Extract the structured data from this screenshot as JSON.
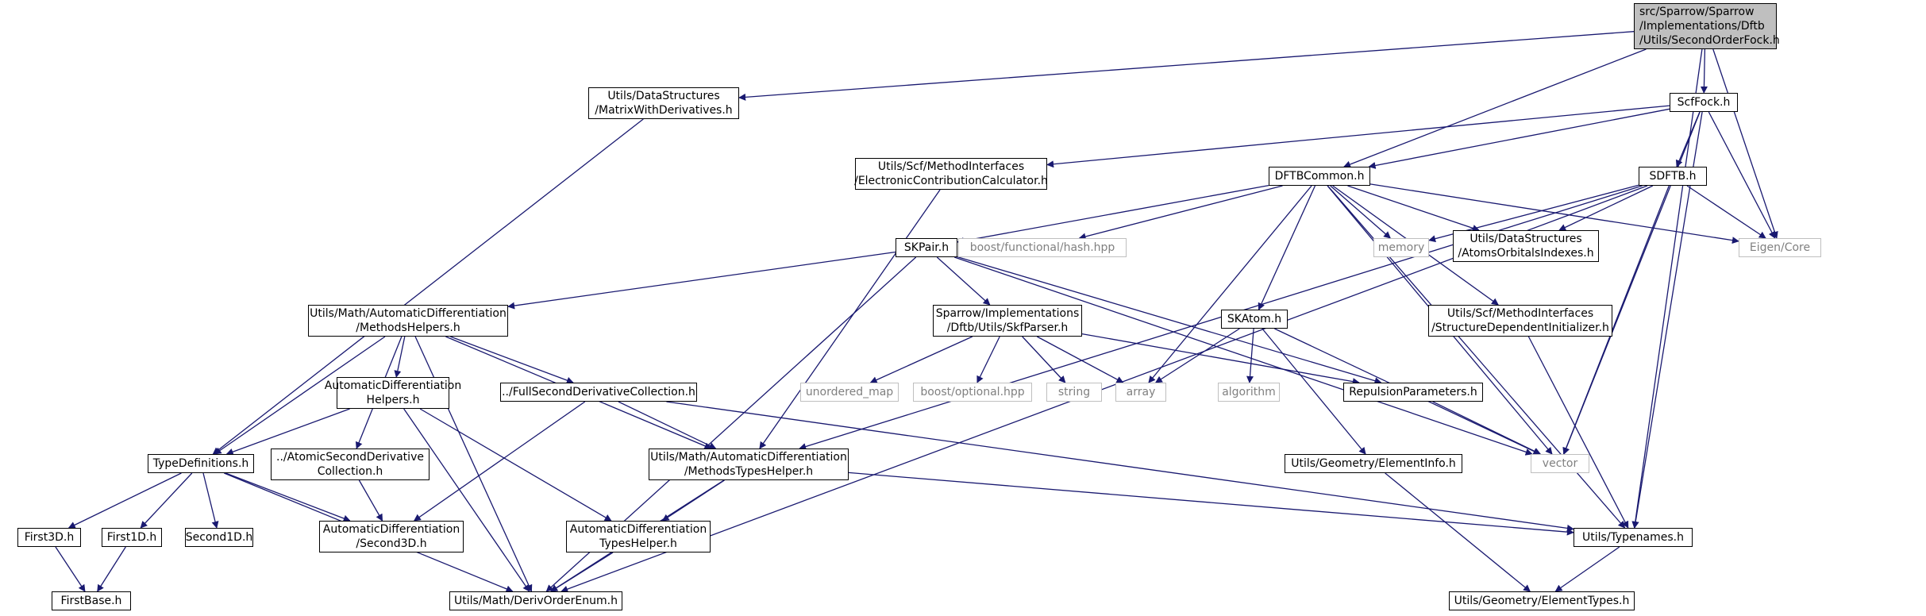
{
  "graph": {
    "edge_color": "#191970",
    "nodes": [
      {
        "id": "root",
        "lines": [
          "src/Sparrow/Sparrow",
          "/Implementations/Dftb",
          "/Utils/SecondOrderFock.h"
        ],
        "kind": "root"
      },
      {
        "id": "mwd",
        "lines": [
          "Utils/DataStructures",
          "/MatrixWithDerivatives.h"
        ],
        "kind": "file"
      },
      {
        "id": "scffock",
        "lines": [
          "ScfFock.h"
        ],
        "kind": "file"
      },
      {
        "id": "ecc",
        "lines": [
          "Utils/Scf/MethodInterfaces",
          "/ElectronicContributionCalculator.h"
        ],
        "kind": "file"
      },
      {
        "id": "dftbc",
        "lines": [
          "DFTBCommon.h"
        ],
        "kind": "file"
      },
      {
        "id": "sdftb",
        "lines": [
          "SDFTB.h"
        ],
        "kind": "file"
      },
      {
        "id": "skpair",
        "lines": [
          "SKPair.h"
        ],
        "kind": "file"
      },
      {
        "id": "boosthash",
        "lines": [
          "boost/functional/hash.hpp"
        ],
        "kind": "ext"
      },
      {
        "id": "memory",
        "lines": [
          "memory"
        ],
        "kind": "ext"
      },
      {
        "id": "aoi",
        "lines": [
          "Utils/DataStructures",
          "/AtomsOrbitalsIndexes.h"
        ],
        "kind": "file"
      },
      {
        "id": "eigen",
        "lines": [
          "Eigen/Core"
        ],
        "kind": "ext"
      },
      {
        "id": "mh",
        "lines": [
          "Utils/Math/AutomaticDifferentiation",
          "/MethodsHelpers.h"
        ],
        "kind": "file"
      },
      {
        "id": "skf",
        "lines": [
          "Sparrow/Implementations",
          "/Dftb/Utils/SkfParser.h"
        ],
        "kind": "file"
      },
      {
        "id": "skatom",
        "lines": [
          "SKAtom.h"
        ],
        "kind": "file"
      },
      {
        "id": "sdi",
        "lines": [
          "Utils/Scf/MethodInterfaces",
          "/StructureDependentInitializer.h"
        ],
        "kind": "file"
      },
      {
        "id": "adh",
        "lines": [
          "AutomaticDifferentiation",
          "Helpers.h"
        ],
        "kind": "file"
      },
      {
        "id": "fsdc",
        "lines": [
          "../FullSecondDerivativeCollection.h"
        ],
        "kind": "file"
      },
      {
        "id": "umap",
        "lines": [
          "unordered_map"
        ],
        "kind": "ext"
      },
      {
        "id": "optional",
        "lines": [
          "boost/optional.hpp"
        ],
        "kind": "ext"
      },
      {
        "id": "string",
        "lines": [
          "string"
        ],
        "kind": "ext"
      },
      {
        "id": "array",
        "lines": [
          "array"
        ],
        "kind": "ext"
      },
      {
        "id": "algorithm",
        "lines": [
          "algorithm"
        ],
        "kind": "ext"
      },
      {
        "id": "rep",
        "lines": [
          "RepulsionParameters.h"
        ],
        "kind": "file"
      },
      {
        "id": "typedefs",
        "lines": [
          "TypeDefinitions.h"
        ],
        "kind": "file"
      },
      {
        "id": "asdc",
        "lines": [
          "../AtomicSecondDerivative",
          "Collection.h"
        ],
        "kind": "file"
      },
      {
        "id": "mth",
        "lines": [
          "Utils/Math/AutomaticDifferentiation",
          "/MethodsTypesHelper.h"
        ],
        "kind": "file"
      },
      {
        "id": "einfo",
        "lines": [
          "Utils/Geometry/ElementInfo.h"
        ],
        "kind": "file"
      },
      {
        "id": "vector",
        "lines": [
          "vector"
        ],
        "kind": "ext"
      },
      {
        "id": "first3d",
        "lines": [
          "First3D.h"
        ],
        "kind": "file"
      },
      {
        "id": "first1d",
        "lines": [
          "First1D.h"
        ],
        "kind": "file"
      },
      {
        "id": "second1d",
        "lines": [
          "Second1D.h"
        ],
        "kind": "file"
      },
      {
        "id": "second3d",
        "lines": [
          "AutomaticDifferentiation",
          "/Second3D.h"
        ],
        "kind": "file"
      },
      {
        "id": "adth",
        "lines": [
          "AutomaticDifferentiation",
          "TypesHelper.h"
        ],
        "kind": "file"
      },
      {
        "id": "typenames",
        "lines": [
          "Utils/Typenames.h"
        ],
        "kind": "file"
      },
      {
        "id": "firstbase",
        "lines": [
          "FirstBase.h"
        ],
        "kind": "file"
      },
      {
        "id": "doe",
        "lines": [
          "Utils/Math/DerivOrderEnum.h"
        ],
        "kind": "file"
      },
      {
        "id": "etypes",
        "lines": [
          "Utils/Geometry/ElementTypes.h"
        ],
        "kind": "file"
      }
    ]
  }
}
